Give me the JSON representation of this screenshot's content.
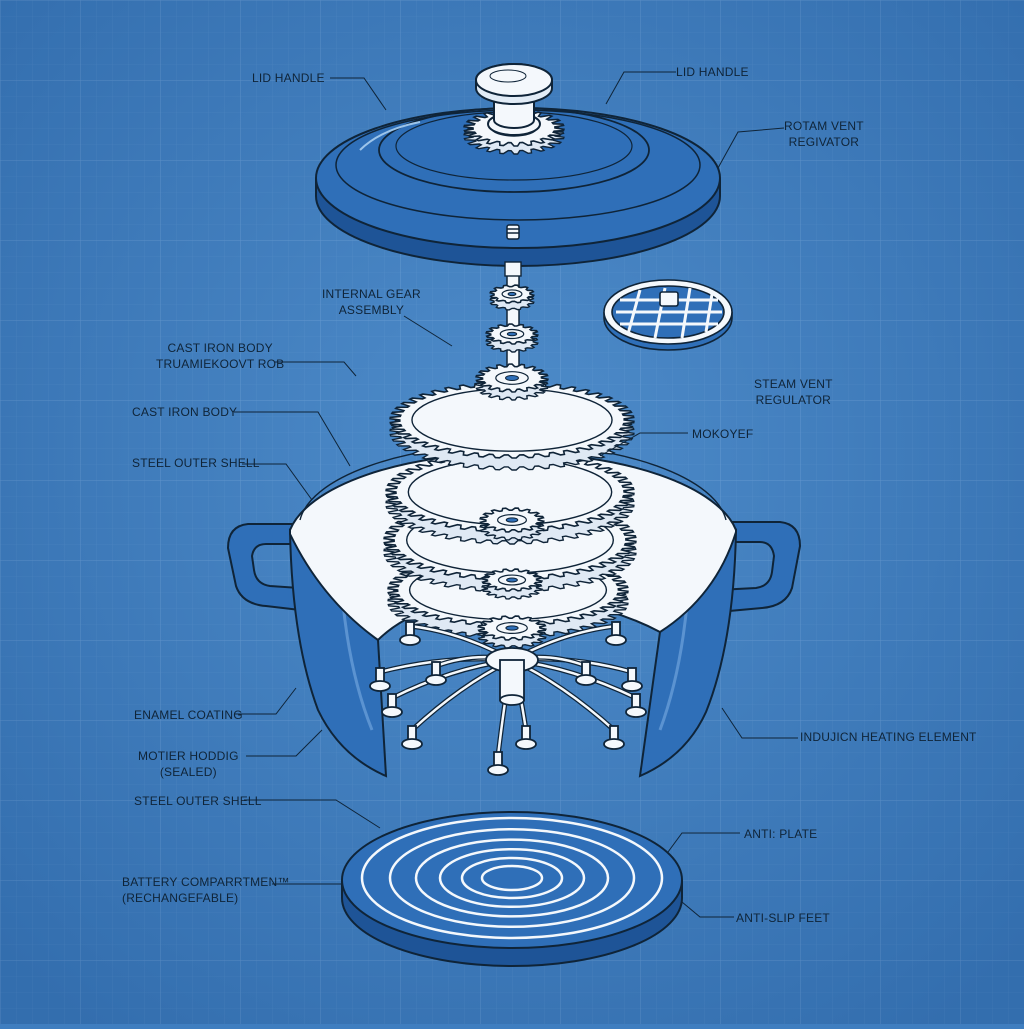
{
  "labels": {
    "lid_handle_left": "LID HANDLE",
    "lid_handle_right": "LID HANDLE",
    "rotam_vent": [
      "ROTAM VENT",
      "REGIVATOR"
    ],
    "internal_gear": [
      "INTERNAL GEAR",
      "ASSEMBLY"
    ],
    "cast_iron_rod": [
      "CAST IRON BODY",
      "TRUAMIEKOOVT ROB"
    ],
    "steam_vent": [
      "STEAM VENT",
      "REGULATOR"
    ],
    "cast_iron_body": "CAST IRON BODY",
    "mokoyer": "MOKOYEF",
    "steel_outer_shell_top": "STEEL OUTER SHELL",
    "enamel_coating": "ENAMEL COATING",
    "induction_heating": "INDUJICN HEATING ELEMENT",
    "motor_housing": [
      "MOTIER HODDIG",
      "(SEALED)"
    ],
    "steel_outer_shell_bottom": "STEEL OUTER SHELL",
    "anti_plate": "ANTI: PLATE",
    "battery": [
      "BATTERY COMPARRTMEN™",
      "(RECHANGEFABLE)"
    ],
    "anti_slip_feet": "ANTI-SLIP FEET"
  },
  "colors": {
    "background": "#3f7ec0",
    "grid_minor": "#5a92cc",
    "grid_major": "#6da0d6",
    "part_blue": "#2f6fb8",
    "part_blue_dark": "#1e5497",
    "line": "#0f2438",
    "white": "#f4f8fc"
  }
}
